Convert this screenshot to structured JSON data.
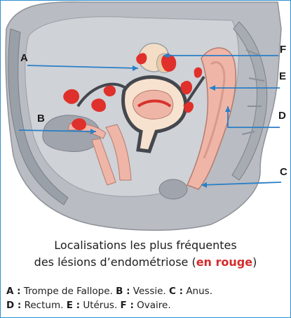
{
  "figure": {
    "labels": {
      "a": "A",
      "b": "B",
      "c": "C",
      "d": "D",
      "e": "E",
      "f": "F"
    }
  },
  "caption": {
    "line1": "Localisations les plus fréquentes",
    "line2_prefix": "des lésions d’endométriose (",
    "line2_highlight": "en rouge",
    "line2_suffix": ")"
  },
  "legend": {
    "row1": [
      {
        "key": "A :",
        "value": " Trompe de Fallope. "
      },
      {
        "key": "B :",
        "value": " Vessie. "
      },
      {
        "key": "C :",
        "value": " Anus."
      }
    ],
    "row2": [
      {
        "key": "D :",
        "value": " Rectum. "
      },
      {
        "key": "E :",
        "value": " Utérus. "
      },
      {
        "key": "F :",
        "value": " Ovaire."
      }
    ]
  },
  "colors": {
    "frame": "#2f8fcf",
    "pointer": "#2a7fc7",
    "lesion": "#e0302b",
    "organ": "#efb6a8",
    "cavity": "#c6c9cf",
    "highlight": "#d52b2b"
  }
}
